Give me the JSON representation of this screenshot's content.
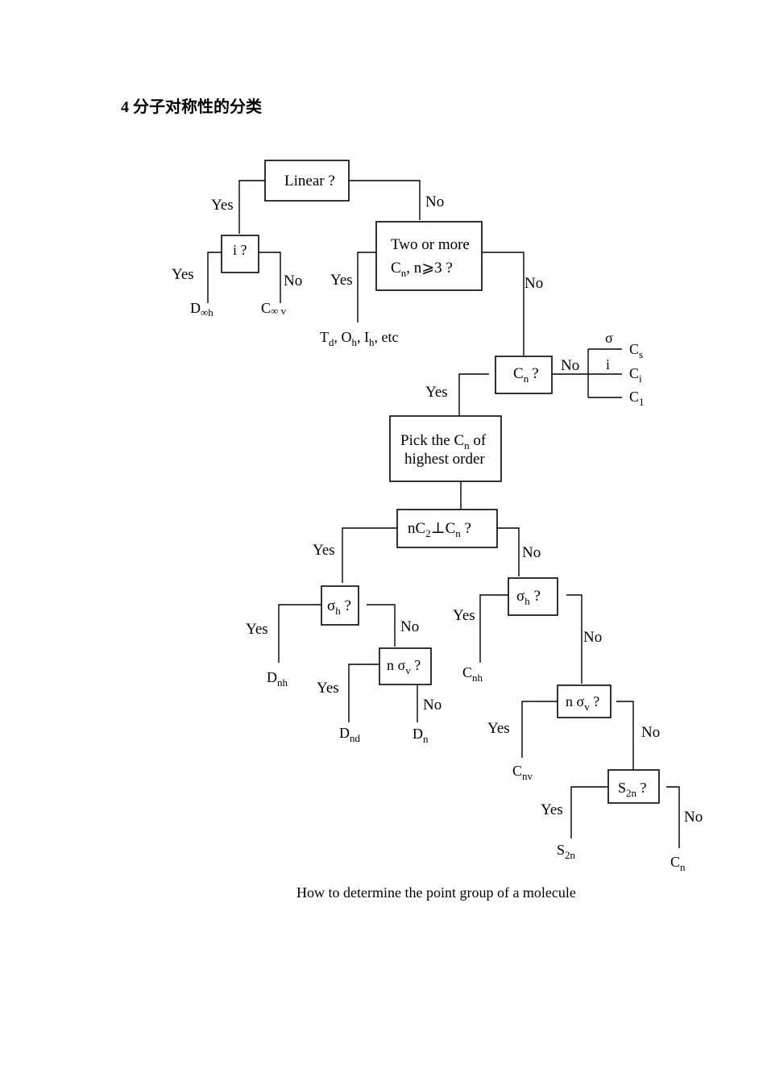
{
  "heading": "4  分子对称性的分类",
  "caption": "How to determine the point group of a molecule",
  "labels": {
    "yes": "Yes",
    "no": "No"
  },
  "nodes": {
    "linear": "Linear ?",
    "inversion": "i ?",
    "two_or_more_line1": "Two or more",
    "cn_base": "C",
    "cn_sub": "n",
    "n_ge_3": ",  n⩾3 ?",
    "has_cn": "?",
    "pick_cn_line1_pre": "Pick the C",
    "pick_cn_line1_post": " of",
    "pick_cn_line2": "highest order",
    "nc2_pre": "nC",
    "nc2_sub": "2",
    "perp": "⊥",
    "sigma": "σ",
    "sigma_h_sub": "h",
    "sigma_v_sub": "v",
    "n_prefix": "n ",
    "s_base": "S",
    "s2n_sub": "2n",
    "question": " ?"
  },
  "results": {
    "d_inf_h": {
      "base": "D",
      "sub": "∞h"
    },
    "c_inf_v": {
      "base": "C",
      "sub": "∞ v"
    },
    "high_symmetry": "T_d, O_h, I_h, etc",
    "td": "T",
    "td_sub": "d",
    "oh": ", O",
    "oh_sub": "h",
    "ih": ", I",
    "ih_sub": "h",
    "etc": ", etc",
    "cs": {
      "base": "C",
      "sub": "s"
    },
    "ci": {
      "base": "C",
      "sub": "i"
    },
    "c1": {
      "base": "C",
      "sub": "1"
    },
    "sigma_label": "σ",
    "i_label": "i",
    "dnh": {
      "base": "D",
      "sub": "nh"
    },
    "dnd": {
      "base": "D",
      "sub": "nd"
    },
    "dn": {
      "base": "D",
      "sub": "n"
    },
    "cnh": {
      "base": "C",
      "sub": "nh"
    },
    "cnv": {
      "base": "C",
      "sub": "nv"
    },
    "s2n": {
      "base": "S",
      "sub": "2n"
    },
    "cn": {
      "base": "C",
      "sub": "n"
    }
  }
}
